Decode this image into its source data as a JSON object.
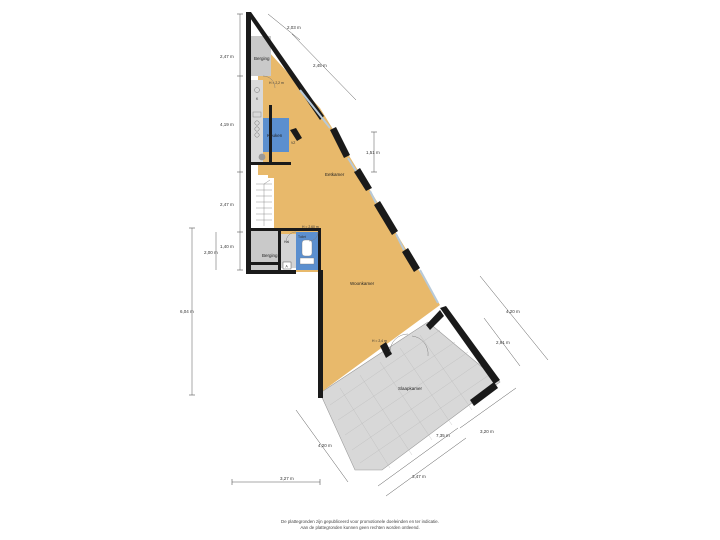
{
  "rooms": {
    "berging_top": "Berging",
    "keuken": "Keuken",
    "koelkast": "K",
    "vaatwasser": "VZ",
    "eetkamer": "Eetkamer",
    "berging_bottom": "Berging",
    "hal": "Hal",
    "toilet": "Toilet",
    "woonkamer": "Woonkamer",
    "slaapkamer": "Slaapkamer"
  },
  "annotations": {
    "height_top": "H = 2,2 m",
    "height_toilet": "H = 2,60 m",
    "height_woon": "H = 2,4 m",
    "meter_box": "A"
  },
  "dimensions": {
    "left_top": "2,47 m",
    "left_mid": "4,19 m",
    "left_low": "2,47 m",
    "left_sub1": "1,40 m",
    "left_sub2": "2,00 m",
    "left_total": "6,04 m",
    "top_diag1": "2,03 m",
    "top_diag2": "2,45 m",
    "right_eet": "1,51 m",
    "right_outer1": "4,20 m",
    "right_outer2": "2,91 m",
    "bottom_left": "4,20 m",
    "bottom_width": "3,27 m",
    "bottom_diag1": "7,35 m",
    "bottom_diag2": "3,20 m",
    "bottom_diag3": "3,47 m"
  },
  "disclaimer": {
    "line1": "De plattegronden zijn gepubliceerd voor promotionele doeleinden en ter indicatie.",
    "line2": "Aan de plattegronden kunnen geen rechten worden ontleend."
  },
  "colors": {
    "floor": "#e8b96b",
    "terrace": "#d8d8d8",
    "wall": "#1a1a1a",
    "tile": "#5b8fcf",
    "room_grey": "#c9c9c9"
  }
}
